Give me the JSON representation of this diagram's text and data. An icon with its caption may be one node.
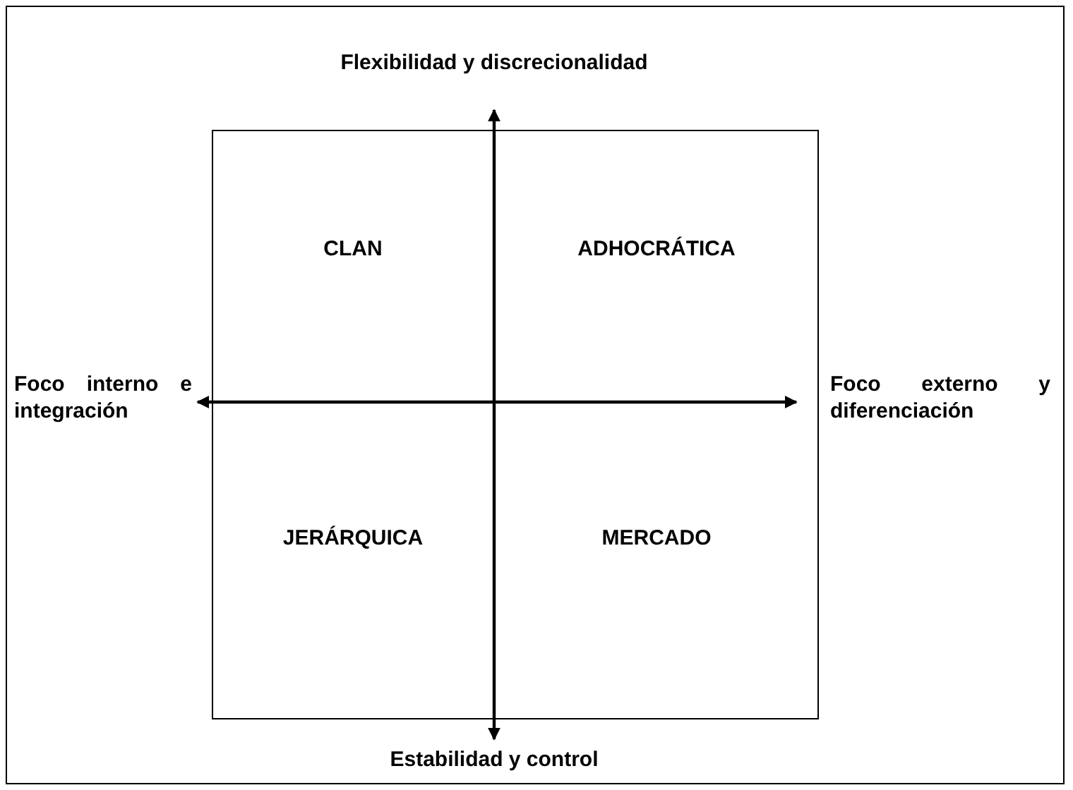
{
  "diagram": {
    "nodes": [
      {
        "text": [
          "CLAN"
        ]
      },
      {
        "text": [
          "ADHOCRÁTICA"
        ]
      },
      {
        "text": [
          "JERÁRQUICA"
        ]
      },
      {
        "text": [
          "MERCADO"
        ]
      }
    ],
    "labels": [
      "Flexibilidad y discrecionalidad",
      "Foco interno e integración",
      "Foco externo y diferenciación",
      "Estabilidad y control"
    ]
  }
}
